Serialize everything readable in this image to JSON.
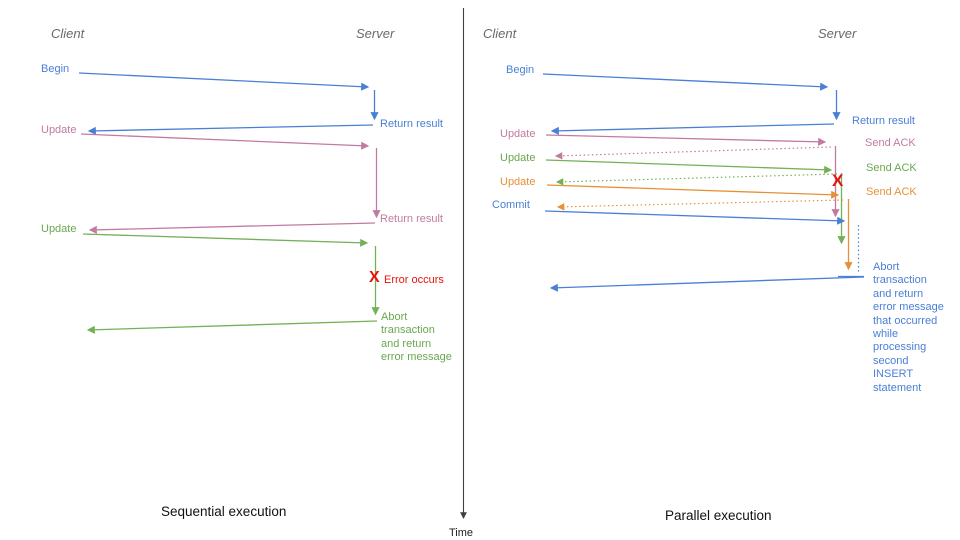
{
  "palette": {
    "blue": "#4a7fd6",
    "pink": "#c27ba0",
    "green": "#74b058",
    "orange": "#e69138",
    "red": "#e8130b",
    "axis": "#3f3f3f",
    "header_gray": "#666a6e"
  },
  "axis": {
    "time_label": "Time"
  },
  "left": {
    "title": "Sequential execution",
    "client_header": "Client",
    "server_header": "Server",
    "begin_label": "Begin",
    "return_result_1": "Return result",
    "update_1": "Update",
    "return_result_2": "Return result",
    "update_2": "Update",
    "error_x": "X",
    "error_label": "Error occurs",
    "abort_note": "Abort\ntransaction\nand return\nerror message"
  },
  "right": {
    "title": "Parallel execution",
    "client_header": "Client",
    "server_header": "Server",
    "begin_label": "Begin",
    "return_result": "Return result",
    "update_1": "Update",
    "update_2": "Update",
    "update_3": "Update",
    "commit_label": "Commit",
    "send_ack_1": "Send ACK",
    "send_ack_2": "Send ACK",
    "send_ack_3": "Send ACK",
    "error_x": "X",
    "abort_note": "Abort\ntransaction\nand return\nerror message\nthat occurred\nwhile\nprocessing\nsecond\nINSERT\nstatement"
  }
}
